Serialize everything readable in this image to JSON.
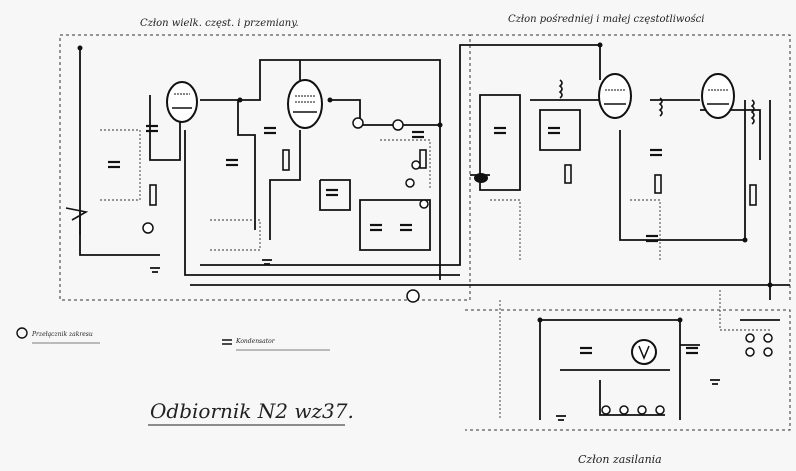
{
  "sections": {
    "left_top": "Człon wielk. częst. i przemiany.",
    "right_top": "Człon pośredniej i małej częstotliwości",
    "bottom": "Człon zasilania"
  },
  "title": "Odbiornik N2 wz37.",
  "legend": {
    "item1": "Przełącznik zakresu",
    "item2": "Kondensator"
  },
  "scan": {
    "ink_color": "#111111",
    "paper_color": "#f7f7f7"
  }
}
